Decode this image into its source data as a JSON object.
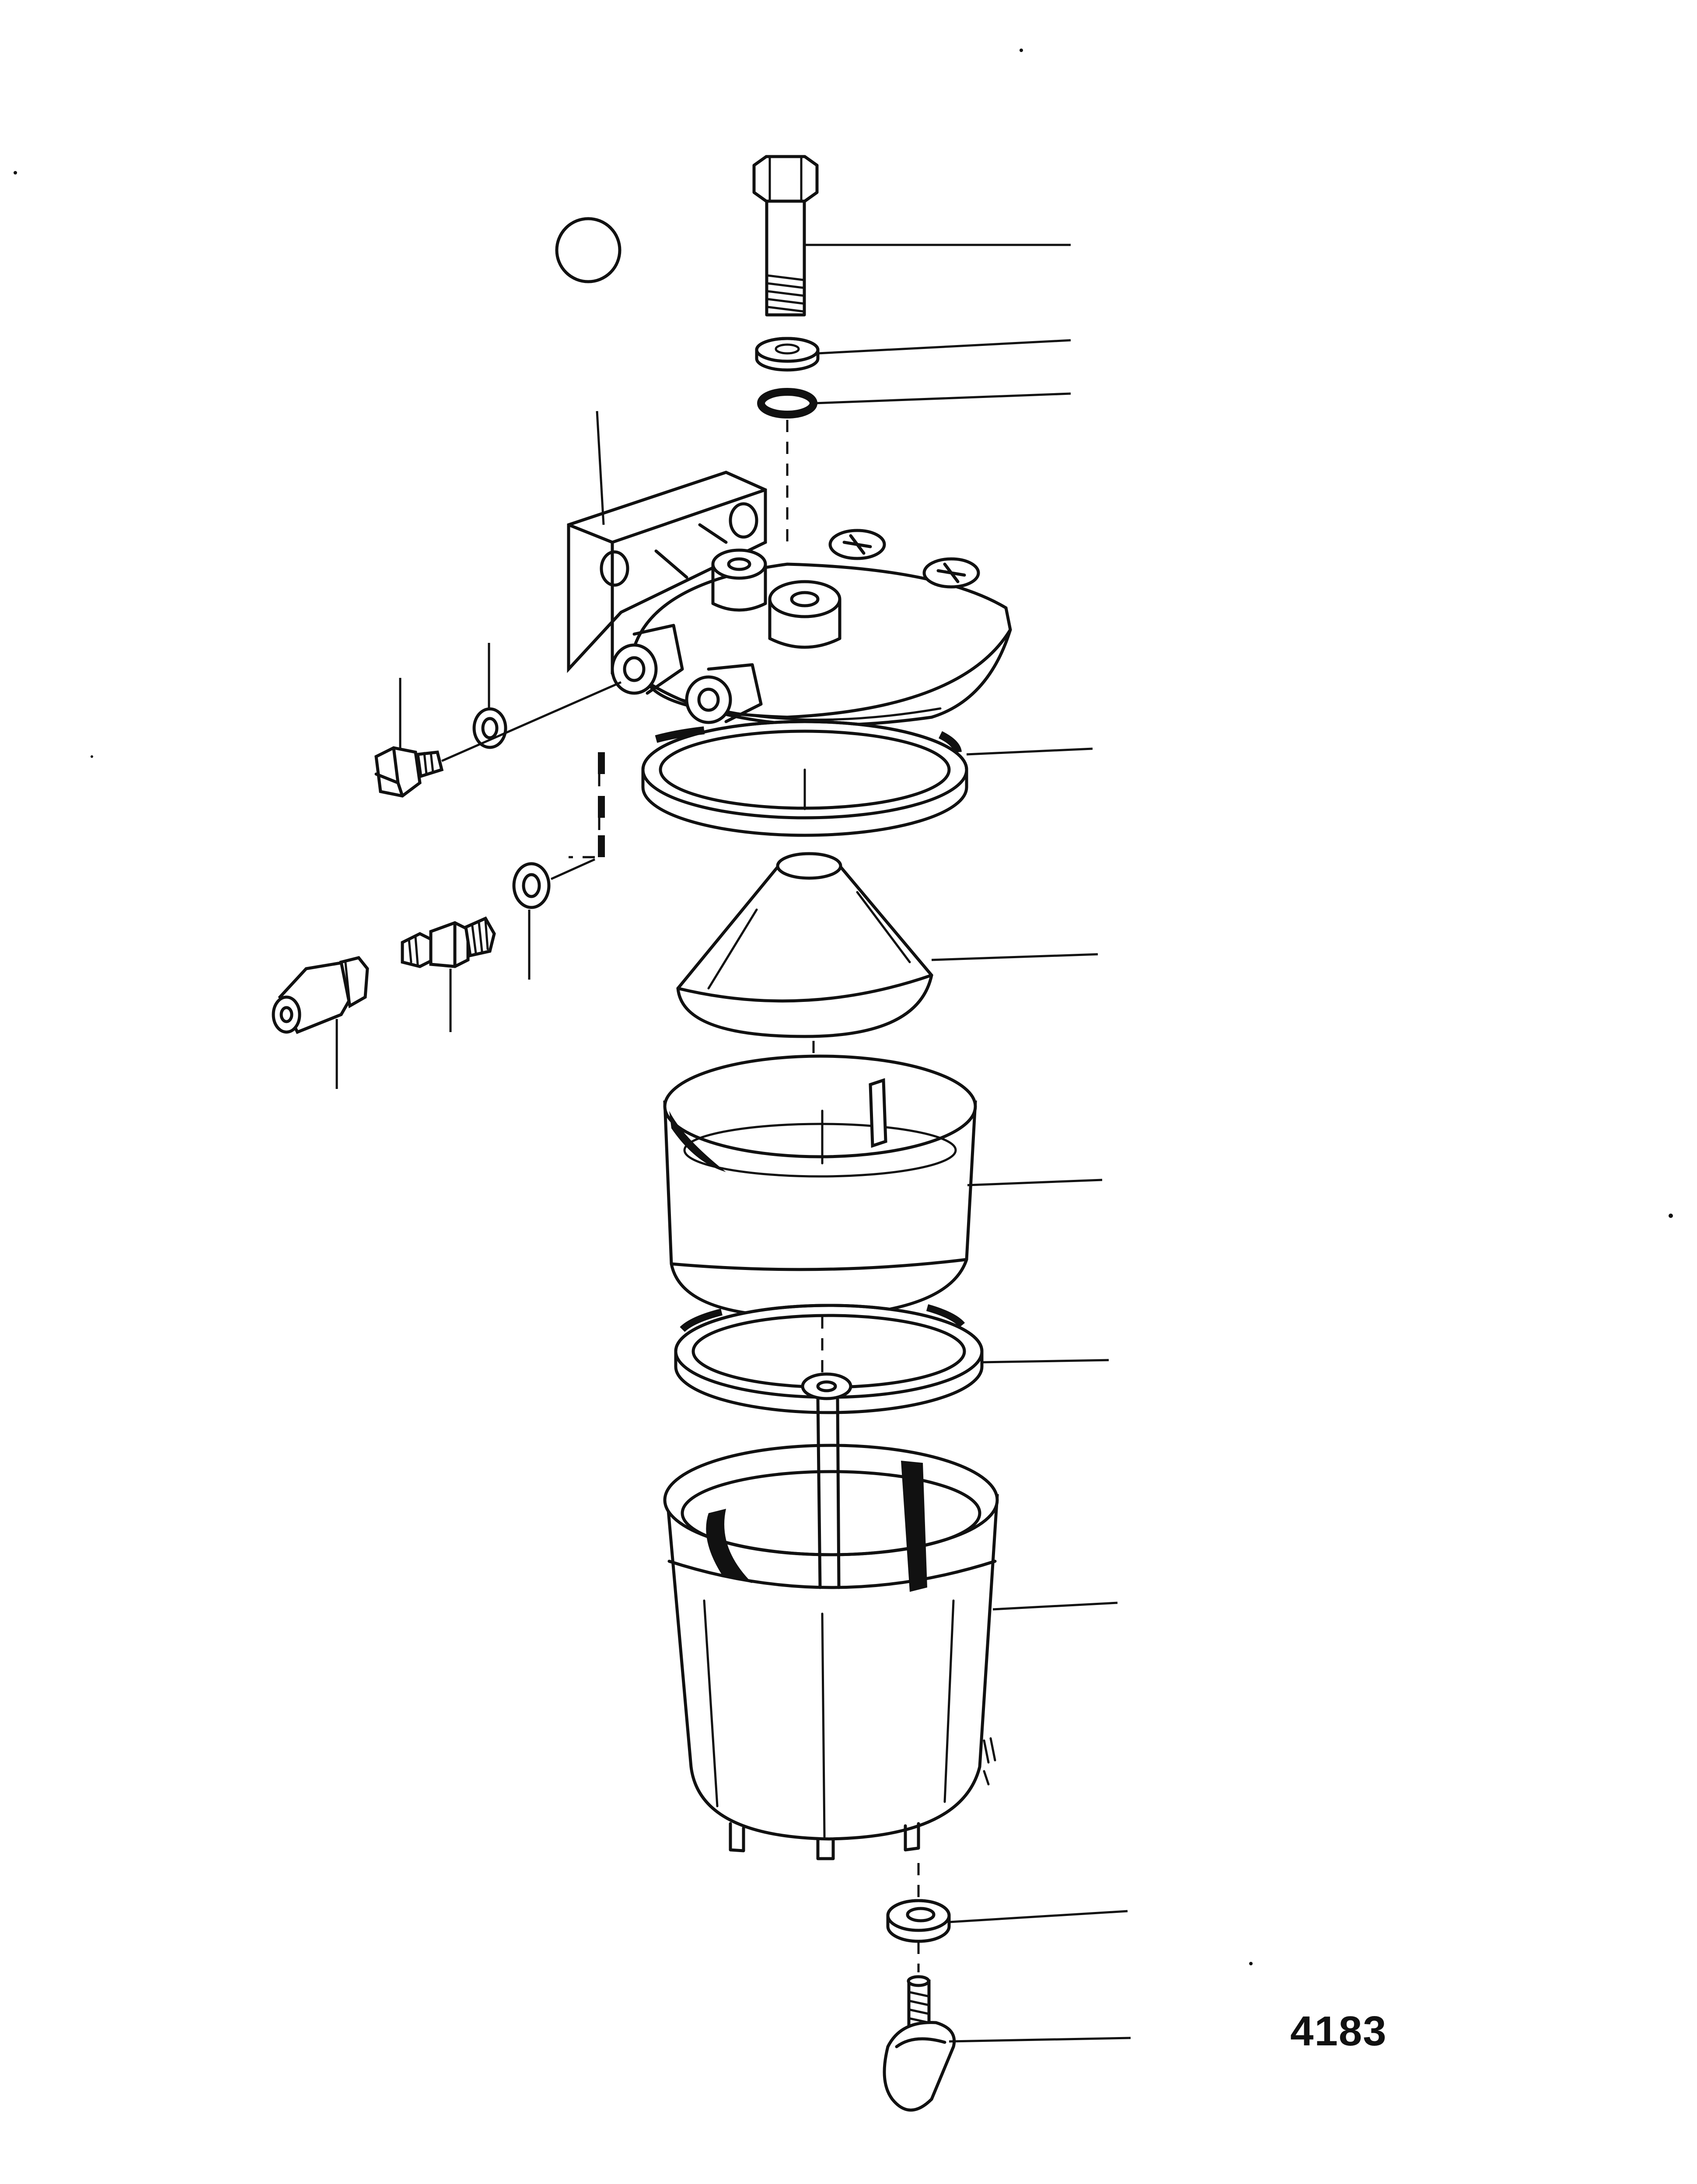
{
  "figure": {
    "number": "4183"
  },
  "parts": [
    {
      "id": "bolt",
      "icon": "hex-bolt-icon"
    },
    {
      "id": "washer-top",
      "icon": "flat-washer-icon"
    },
    {
      "id": "o-ring-top",
      "icon": "o-ring-icon"
    },
    {
      "id": "filter-head",
      "icon": "filter-head-icon"
    },
    {
      "id": "plug",
      "icon": "hex-plug-icon"
    },
    {
      "id": "washer-plug",
      "icon": "sealing-washer-icon"
    },
    {
      "id": "gasket-head",
      "icon": "gasket-ring-icon"
    },
    {
      "id": "washer-nipple",
      "icon": "sealing-washer-icon"
    },
    {
      "id": "nipple",
      "icon": "threaded-nipple-icon"
    },
    {
      "id": "cap-nut",
      "icon": "cap-nut-icon"
    },
    {
      "id": "cone",
      "icon": "baffle-cone-icon"
    },
    {
      "id": "filter-cup",
      "icon": "filter-cup-icon"
    },
    {
      "id": "gasket-bowl",
      "icon": "gasket-ring-icon"
    },
    {
      "id": "bowl",
      "icon": "filter-bowl-icon"
    },
    {
      "id": "washer-drain",
      "icon": "sealing-washer-icon"
    },
    {
      "id": "drain-screw",
      "icon": "wing-screw-icon"
    }
  ]
}
